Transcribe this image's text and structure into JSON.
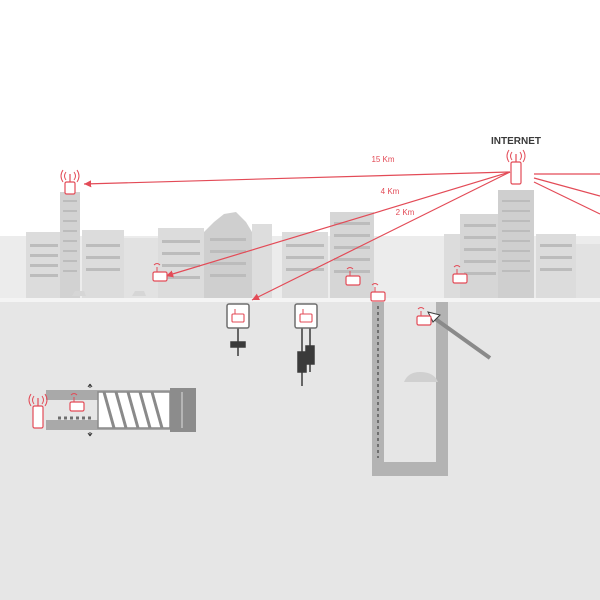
{
  "header": {
    "title": "INTERNET"
  },
  "links": [
    {
      "label": "15 Km"
    },
    {
      "label": "4 Km"
    },
    {
      "label": "2 Km"
    }
  ],
  "colors": {
    "link": "#e34b57",
    "device": "#e34b57",
    "ground": "#e6e6e6",
    "sky": "#ffffff",
    "city": "#d9d9d9",
    "city_detail": "#c4c4c4",
    "structure": "#a9a9a9",
    "outline": "#8a8a8a",
    "title": "#3a3a3a"
  },
  "icons": {
    "gateway": "antenna-gateway-icon",
    "sensor": "wireless-sensor-icon",
    "car": "car-icon"
  }
}
